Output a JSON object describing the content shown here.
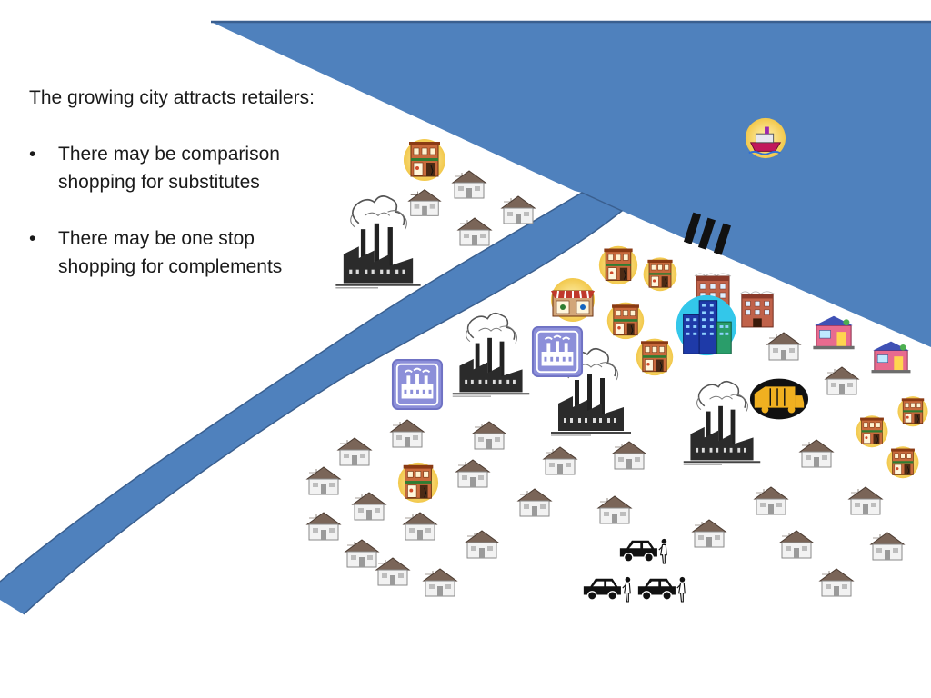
{
  "slide": {
    "heading": "The growing city attracts retailers:",
    "bullets": [
      "There may be comparison shopping for substitutes",
      "There may be one stop shopping for complements"
    ]
  },
  "colors": {
    "water": "#4f81bd",
    "water_edge": "#3a5f8f",
    "house_wall": "#f2f2f2",
    "house_roof": "#7a6558",
    "shop_glow": "#f7d36a",
    "shop_wall": "#c86a3c"
  },
  "icons": {
    "river": "river-shape",
    "bay": "bay-shape",
    "dock": "dock-pilings-icon",
    "ship": "cargo-ship-icon",
    "house": "house-icon",
    "factory": "smokestack-factory-icon",
    "industry_symbol": "factory-symbol-icon",
    "shop": "storefront-icon",
    "office": "office-towers-icon",
    "truck": "delivery-truck-icon",
    "car": "car-with-driver-icon"
  }
}
